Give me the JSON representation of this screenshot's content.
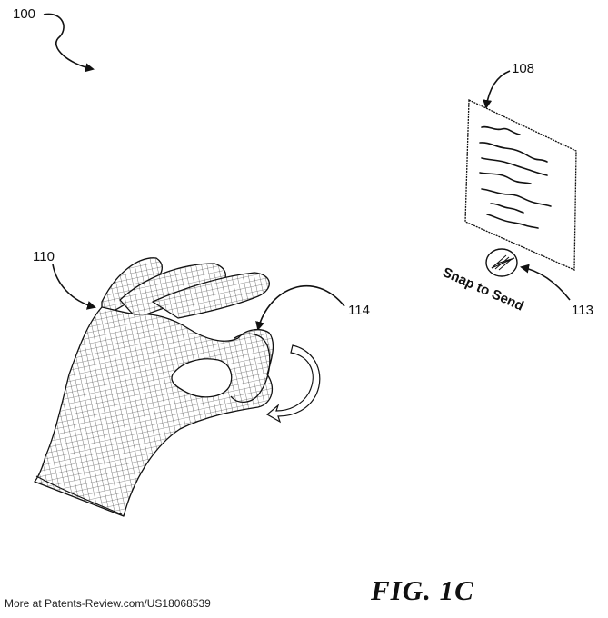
{
  "labels": {
    "fig100": "100",
    "ref108": "108",
    "ref110": "110",
    "ref113": "113",
    "ref114": "114",
    "snap_to_send": "Snap to Send"
  },
  "figure_label": "FIG. 1C",
  "footer": "More at Patents-Review.com/US18068539",
  "colors": {
    "ink": "#111111",
    "background": "#ffffff"
  },
  "icons": [
    "hand-wireframe",
    "paper-document",
    "paper-plane-icon",
    "curved-rotation-arrow"
  ]
}
